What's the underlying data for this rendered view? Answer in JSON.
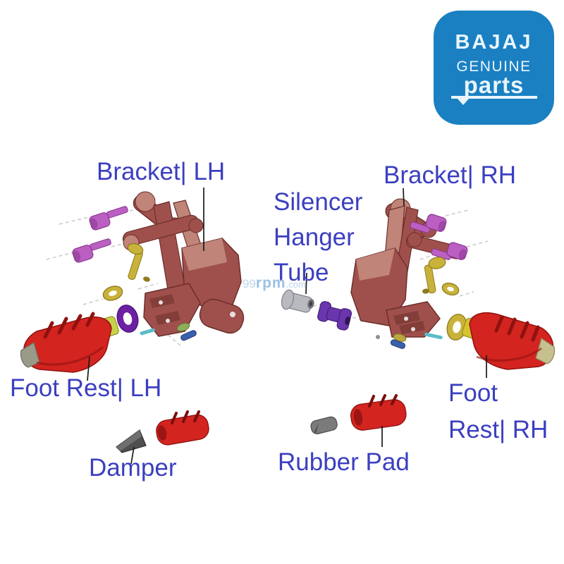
{
  "image": {
    "background": "#ffffff",
    "description": "Bajaj genuine parts exploded diagram - foot rest assembly"
  },
  "logo": {
    "brand": "BAJAJ",
    "line2": "GENUINE",
    "line3": "parts",
    "bg_color": "#1a80c2",
    "text_color": "#e9f5fb"
  },
  "watermark": {
    "prefix": "99",
    "main": "rpm",
    "suffix": ".com",
    "color": "#9cc2e2"
  },
  "labels": {
    "color": "#3b3fc0",
    "bracket_lh": "Bracket| LH",
    "bracket_rh": "Bracket| RH",
    "silencer_hanger_tube": {
      "line1": "Silencer",
      "line2": "Hanger",
      "line3": "Tube"
    },
    "foot_rest_lh": "Foot Rest| LH",
    "foot_rest_rh": {
      "line1": "Foot",
      "line2": "Rest| RH"
    },
    "damper": "Damper",
    "rubber_pad": "Rubber Pad"
  },
  "parts": {
    "bracket": {
      "name": "Foot Rest Bracket",
      "color": "#a0504c",
      "highlight": "#c08478",
      "edge": "#6b2f2c"
    },
    "foot_rest": {
      "name": "Foot Rest",
      "color": "#d32420",
      "edge": "#8f120f",
      "tip_color": "#9a9a88",
      "tip_color_rh": "#c6bf8e",
      "mount_color": "#c8d04a",
      "mount_color_rh": "#d8c22e"
    },
    "bolt_magenta": {
      "name": "Allen Bolt",
      "color": "#bb5fc2",
      "edge": "#8a3790"
    },
    "pin_gold": {
      "name": "Pivot Pin",
      "color": "#c9b23a",
      "edge": "#8f7a1f"
    },
    "washer_gold": {
      "name": "Washer",
      "color": "#c9b23a"
    },
    "ring_purple": {
      "name": "Rubber Ring",
      "color": "#6b21a2"
    },
    "silencer_tube": {
      "name": "Silencer Hanger Tube",
      "color": "#b9babf",
      "edge": "#84858c"
    },
    "spool_purple": {
      "name": "Silencer Hanger Rubber",
      "color": "#6a35ad",
      "edge": "#46207a"
    },
    "damper": {
      "name": "Damper",
      "color": "#4f4f4f"
    },
    "rubber_pad": {
      "name": "Rubber Pad",
      "color": "#7b7b7b"
    },
    "small_teal": "#5bbcca",
    "small_blue": "#3a5fae",
    "small_green": "#8fae5a",
    "small_gold": "#b8a83e"
  }
}
